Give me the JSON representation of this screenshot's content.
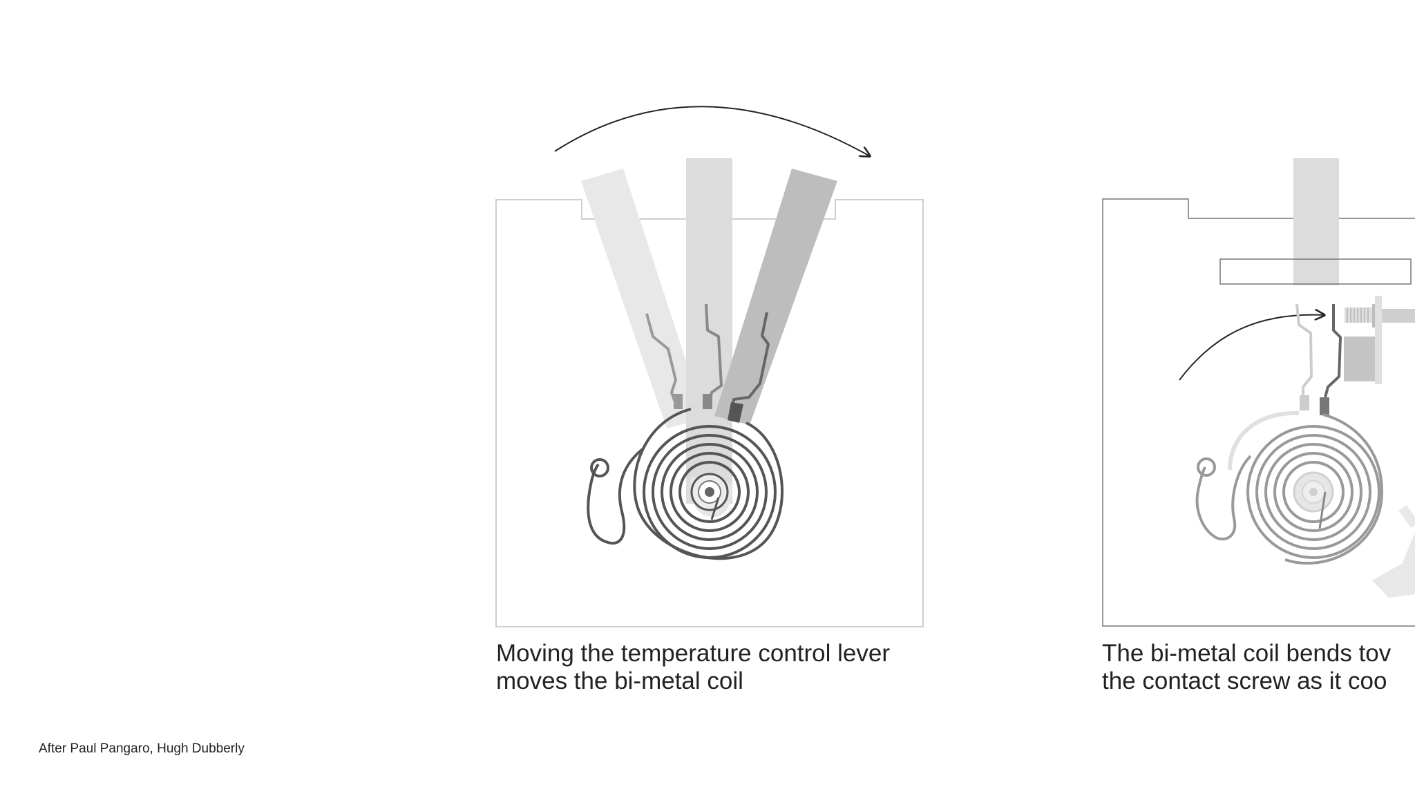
{
  "panels": [
    {
      "id": "lever-panel",
      "caption_lines": [
        "Moving the temperature control lever",
        "moves the bi-metal coil"
      ]
    },
    {
      "id": "coil-panel",
      "caption_lines": [
        "The bi-metal coil bends tov",
        "the contact screw as it coo"
      ]
    }
  ],
  "credit": "After Paul Pangaro, Hugh Dubberly",
  "colors": {
    "background": "#ffffff",
    "text": "#222222",
    "frame_light": "#cccccc",
    "frame_dark": "#777777",
    "lever_light": "#e8e8e8",
    "lever_mid": "#dcdcdc",
    "lever_dark": "#bdbdbd",
    "coil_dark": "#555555",
    "coil_mid": "#777777",
    "coil_light": "#999999",
    "arrow": "#222222"
  }
}
